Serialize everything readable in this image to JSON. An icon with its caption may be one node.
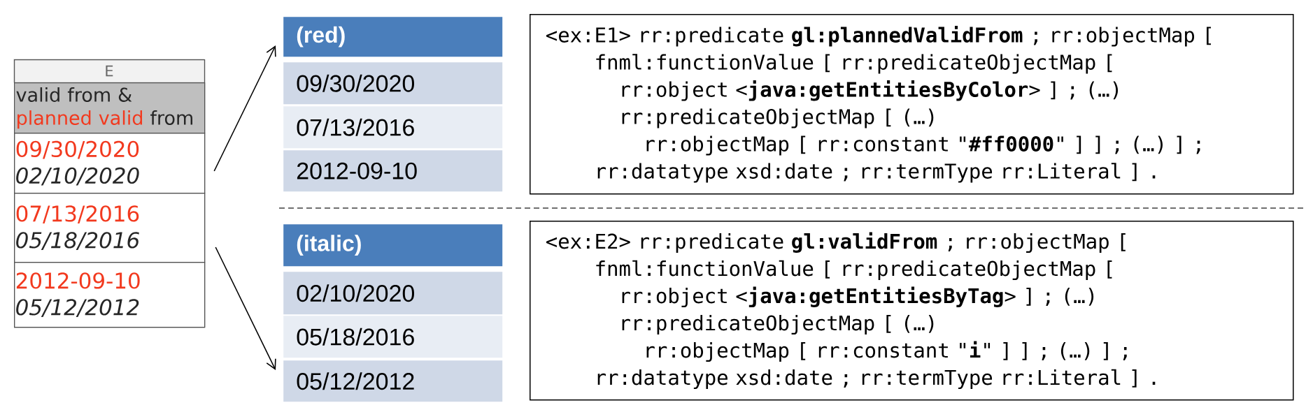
{
  "diagram": {
    "nodes": [
      {
        "text": [
          "E"
        ]
      },
      {
        "text": [
          "valid from &",
          "planned valid",
          "from"
        ],
        "in": 0
      },
      {
        "text": [
          "09/30/2020",
          "02/10/2020"
        ],
        "in": 0
      },
      {
        "text": [
          "07/13/2016",
          "05/18/2016"
        ],
        "in": 0
      },
      {
        "text": [
          "2012-09-10",
          "05/12/2012"
        ],
        "in": 0
      },
      {
        "text": [
          "(red)"
        ]
      },
      {
        "text": [
          "09/30/2020"
        ]
      },
      {
        "text": [
          "07/13/2016"
        ]
      },
      {
        "text": [
          "2012-09-10"
        ]
      },
      {
        "text": [
          "<ex:E1> rr:predicate **gl:plannedValidFrom** ; rr:objectMap [",
          "fnml:functionValue [ rr:predicateObjectMap [",
          "rr:object <**java:getEntitiesByColor**> ] ; (…)",
          "rr:predicateObjectMap [ (…)",
          "rr:objectMap [ rr:constant \"**#ff0000**\" ] ] ; (…) ] ;",
          "rr:datatype xsd:date ; rr:termType rr:Literal ] ."
        ]
      },
      {
        "text": [
          "(italic)"
        ]
      },
      {
        "text": [
          "02/10/2020"
        ]
      },
      {
        "text": [
          "05/18/2016"
        ]
      },
      {
        "text": [
          "05/12/2012"
        ]
      },
      {
        "text": [
          "<ex:E2> rr:predicate **gl:validFrom** ; rr:objectMap [",
          "fnml:functionValue [ rr:predicateObjectMap [",
          "rr:object <**java:getEntitiesByTag**> ] ; (…)",
          "rr:predicateObjectMap [ (…)",
          "rr:objectMap [ rr:constant \"**i**\" ] ] ; (…) ] ;",
          "rr:datatype xsd:date ; rr:termType rr:Literal ] ."
        ]
      }
    ],
    "edges": [
      {
        "from": 0,
        "to": 5,
        "arrow": "to"
      },
      {
        "from": 0,
        "to": 13,
        "arrow": "to"
      }
    ]
  }
}
